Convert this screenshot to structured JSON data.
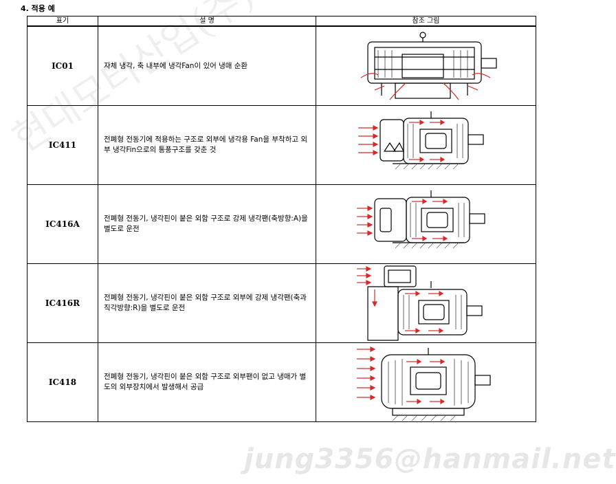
{
  "section_title": "4. 적용 예",
  "table": {
    "headers": {
      "code": "표기",
      "description": "설 명",
      "figure": "참조 그림"
    },
    "rows": [
      {
        "code": "IC01",
        "description": "자체 냉각, 축 내부에 냉각Fan이 있어 냉매 순환",
        "figure_icon": "ic01-internal-fan-motor-diagram"
      },
      {
        "code": "IC411",
        "description": "전폐형 전동기에 적용하는 구조로 외부에 냉각용 Fan을 부착하고 외부 냉각Fin으로의 통풍구조를 갖춘 것",
        "figure_icon": "ic411-external-fan-motor-diagram"
      },
      {
        "code": "IC416A",
        "description": "전폐형 전동기, 냉각핀이 붙은 외함 구조로 강제 냉각팬(축방향:A)을 별도로 운전",
        "figure_icon": "ic416a-axial-forced-fan-motor-diagram"
      },
      {
        "code": "IC416R",
        "description": "전폐형 전동기, 냉각핀이 붙은 외함 구조로 외부에 강제 냉각팬(축과 직각방향:R)을 별도로 운전",
        "figure_icon": "ic416r-radial-forced-fan-motor-diagram"
      },
      {
        "code": "IC418",
        "description": "전폐형 전동기, 냉각핀이 붙은 외함 구조로 외부팬이 없고 냉매가 별도의 외부장치에서 발생해서 공급",
        "figure_icon": "ic418-external-supply-motor-diagram"
      }
    ]
  },
  "watermarks": {
    "email": "jung3356@hanmail.net",
    "company": "현대모터산업(주)"
  },
  "colors": {
    "arrow": "#d62a2a",
    "line": "#000000",
    "hatch": "#555555"
  }
}
